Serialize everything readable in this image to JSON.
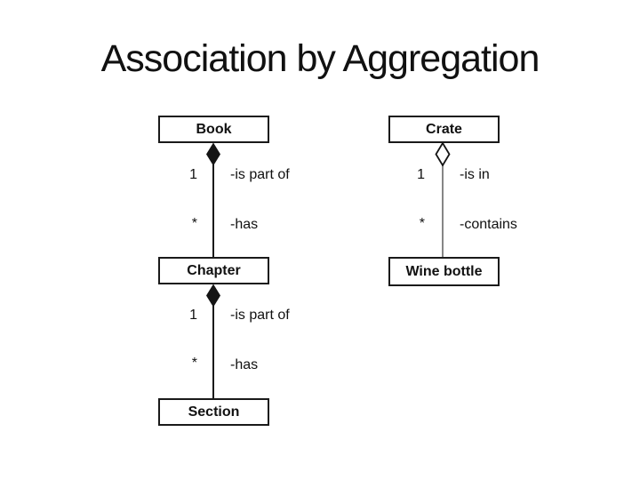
{
  "title": "Association by Aggregation",
  "colors": {
    "background": "#ffffff",
    "box_border": "#1a1a1a",
    "left_line": "#1a1a1a",
    "right_line": "#868686",
    "text": "#111111"
  },
  "left_diagram": {
    "box_top": "Book",
    "edge1": {
      "multiplicity_top": "1",
      "role_top": "-is part of",
      "multiplicity_bottom": "*",
      "role_bottom": "-has"
    },
    "box_middle": "Chapter",
    "edge2": {
      "multiplicity_top": "1",
      "role_top": "-is part of",
      "multiplicity_bottom": "*",
      "role_bottom": "-has"
    },
    "box_bottom": "Section"
  },
  "right_diagram": {
    "box_top": "Crate",
    "edge1": {
      "multiplicity_top": "1",
      "role_top": "-is in",
      "multiplicity_bottom": "*",
      "role_bottom": "-contains"
    },
    "box_bottom": "Wine bottle"
  }
}
